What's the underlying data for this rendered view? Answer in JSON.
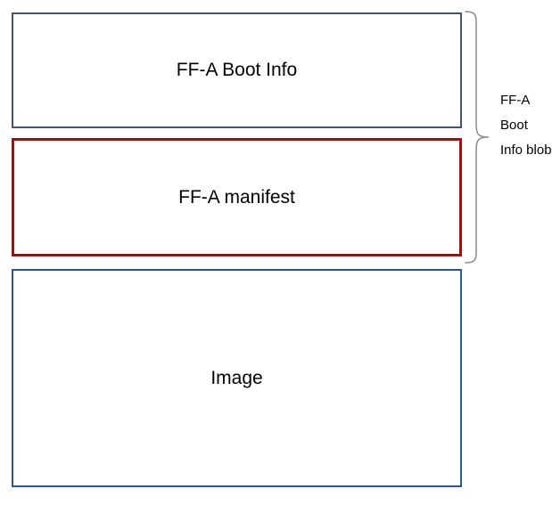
{
  "diagram": {
    "boxes": [
      {
        "id": "ffa-boot-info",
        "label": "FF-A Boot Info",
        "border_color": "#44546A"
      },
      {
        "id": "ffa-manifest",
        "label": "FF-A manifest",
        "border_color": "#C00000"
      },
      {
        "id": "image",
        "label": "Image",
        "border_color": "#2F5597"
      }
    ],
    "brace": {
      "label": "FF-A Boot Info blob",
      "color": "#8A8A8A"
    }
  }
}
